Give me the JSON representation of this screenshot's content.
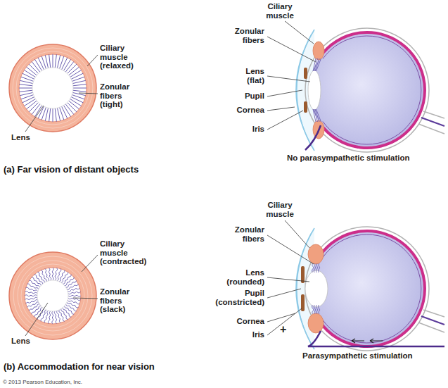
{
  "diagram": {
    "labels": [
      "Ciliary muscle (relaxed)",
      "Zonular fibers (tight)",
      "Lens",
      "Ciliary muscle",
      "Zonular fibers",
      "Lens (flat)",
      "Pupil",
      "Cornea",
      "Iris",
      "No parasympathetic stimulation",
      "(a) Far vision of distant objects",
      "Ciliary muscle (contracted)",
      "Zonular fibers (slack)",
      "Lens",
      "Ciliary muscle",
      "Zonular fibers",
      "Lens (rounded)",
      "Pupil (constricted)",
      "Cornea",
      "+",
      "Iris",
      "Parasympathetic stimulation",
      "(b) Accommodation for near vision",
      "© 2013 Pearson Education, Inc."
    ]
  }
}
